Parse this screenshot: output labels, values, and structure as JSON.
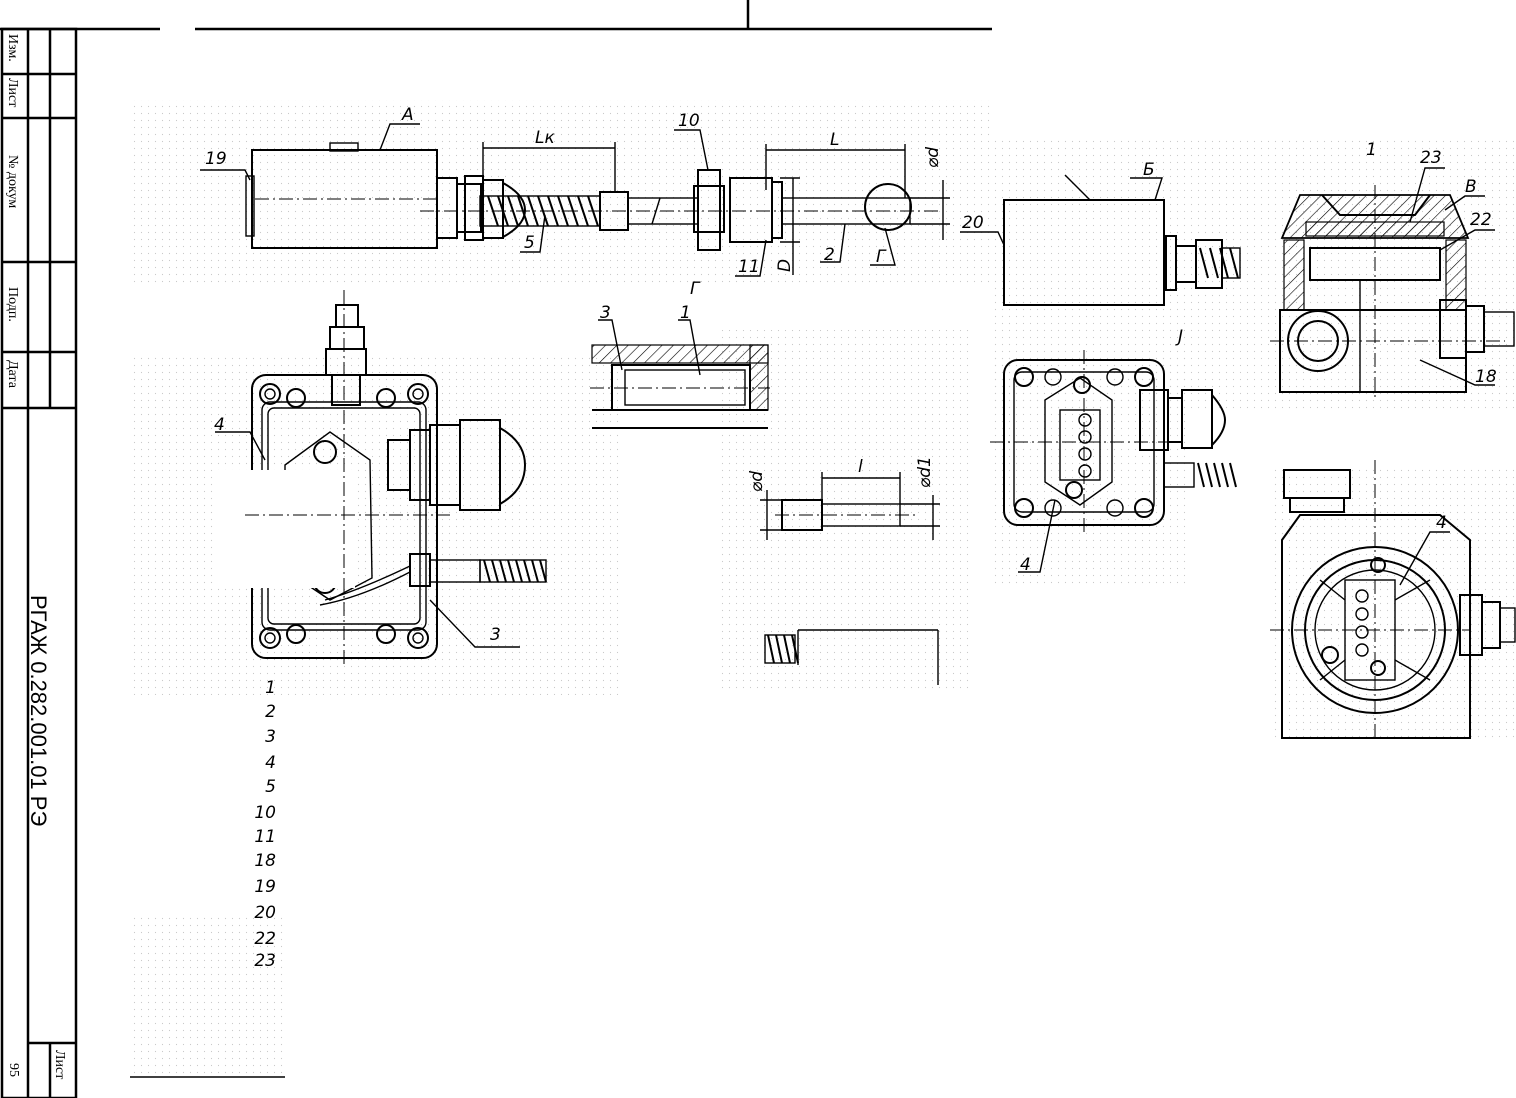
{
  "stamp": {
    "columns": [
      "Изм.",
      "Лист",
      "№ докум",
      "Подп.",
      "Дата"
    ],
    "doc_code": "РГАЖ 0.282.001.01 РЭ",
    "sheet_label": "Лист",
    "sheet_number": "95"
  },
  "labels": {
    "A": "A",
    "B": "Б",
    "V": "В",
    "G": "Г",
    "G2": "Г",
    "Lk": "Lк",
    "L": "L",
    "l": "l",
    "D": "D",
    "d": "⌀d",
    "d2": "⌀d",
    "d1": "⌀d1",
    "n1": "1",
    "n1b": "1",
    "n2": "2",
    "n3": "3",
    "n3b": "3",
    "n4": "4",
    "n4b": "4",
    "n4c": "4",
    "n5": "5",
    "n10": "10",
    "n11": "11",
    "n18": "18",
    "n19": "19",
    "n20": "20",
    "n22": "22",
    "n23": "23",
    "j": "J"
  },
  "legend": [
    "1",
    "2",
    "3",
    "4",
    "5",
    "10",
    "11",
    "18",
    "19",
    "20",
    "22",
    "23"
  ]
}
